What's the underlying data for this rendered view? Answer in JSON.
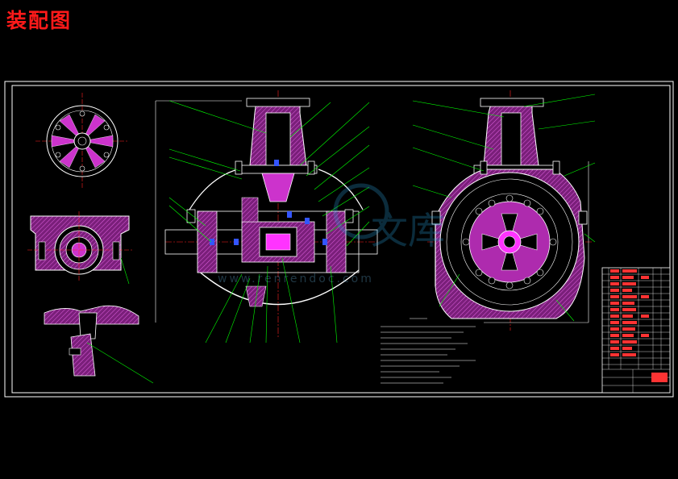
{
  "title": "装配图",
  "colors": {
    "background": "#000000",
    "frame": "#ffffff",
    "title": "#ff1a1a",
    "section_fill": "#cc33cc",
    "gear_highlight": "#ff33ff",
    "leader": "#00ff00",
    "centerline": "#ff2222",
    "fastener": "#3355ff",
    "table_text": "#ff3333"
  },
  "watermark": {
    "text_cn": "文库",
    "text_url": "www.renrendoc.com"
  },
  "views": [
    {
      "name": "differential-end-view",
      "icon": "radial-gear-icon"
    },
    {
      "name": "bearing-housing-section",
      "icon": "housing-section-icon"
    },
    {
      "name": "gear-tooth-detail",
      "icon": "tooth-detail-icon"
    },
    {
      "name": "main-longitudinal-section",
      "icon": "axle-section-icon"
    },
    {
      "name": "side-cross-section",
      "icon": "ring-gear-circle-icon"
    }
  ]
}
